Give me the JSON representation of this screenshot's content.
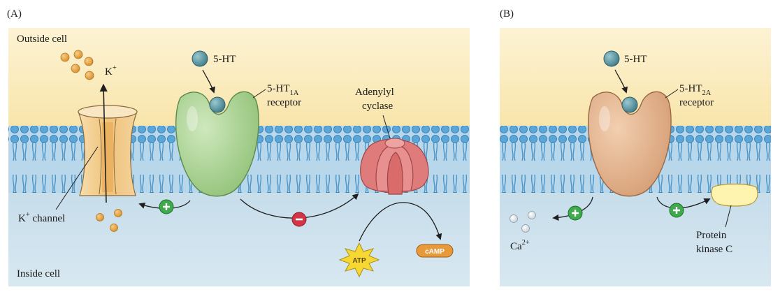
{
  "panel_a": {
    "letter": "(A)",
    "outside_label": "Outside cell",
    "inside_label": "Inside cell",
    "ion_label": "K",
    "ion_sup": "+",
    "channel_label": "K",
    "channel_sup": "+",
    "channel_suffix": " channel",
    "ligand_label": "5-HT",
    "receptor_main": "5-HT",
    "receptor_sub": "1A",
    "receptor_word": "receptor",
    "enzyme_line1": "Adenylyl",
    "enzyme_line2": "cyclase",
    "atp_label": "ATP",
    "camp_label": "cAMP"
  },
  "panel_b": {
    "letter": "(B)",
    "ligand_label": "5-HT",
    "receptor_main": "5-HT",
    "receptor_sub": "2A",
    "receptor_word": "receptor",
    "ion_label": "Ca",
    "ion_sup": "2+",
    "kinase_line1": "Protein",
    "kinase_line2": "kinase C"
  },
  "colors": {
    "outside_top": "#fdf3d4",
    "outside_bottom": "#f8e4a8",
    "inside": "#cfe3ee",
    "membrane": "#4f9dd0",
    "receptor_a": "#a8d08f",
    "receptor_b": "#e2b08a",
    "channel": "#f3cf8e",
    "adenylyl": "#e07b7b",
    "kinase": "#fff3b0",
    "plus": "#3faa4b",
    "minus": "#d43545",
    "atp": "#f7d732",
    "camp": "#e89a3a",
    "k_ion": "#e9a94a",
    "serotonin": "#4e8f9c"
  }
}
